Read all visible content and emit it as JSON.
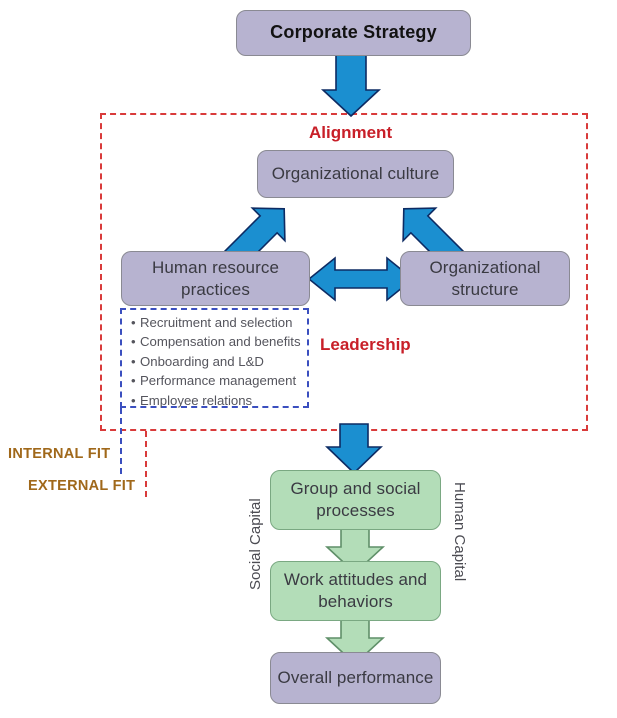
{
  "diagram": {
    "title": "Corporate Strategy model",
    "nodes": {
      "corporate_strategy": "Corporate Strategy",
      "organizational_culture": "Organizational culture",
      "human_resource_practices": "Human resource practices",
      "organizational_structure": "Organizational structure",
      "group_and_social_processes": "Group and social processes",
      "work_attitudes_and_behaviors": "Work attitudes and behaviors",
      "overall_performance": "Overall performance"
    },
    "labels": {
      "alignment": "Alignment",
      "leadership": "Leadership",
      "internal_fit": "INTERNAL FIT",
      "external_fit": "EXTERNAL FIT",
      "social_capital": "Social Capital",
      "human_capital": "Human Capital"
    },
    "hr_practices_bullets": [
      "Recruitment and selection",
      "Compensation and benefits",
      "Onboarding and L&D",
      "Performance management",
      "Employee relations"
    ],
    "colors": {
      "purple_fill": "#b7b3d0",
      "green_fill": "#b3ddb8",
      "green_stroke": "#5f8f68",
      "blue_arrow": "#1b8fd0",
      "blue_arrow_stroke": "#0d2b63",
      "red_dashed": "#d93b3b",
      "blue_dashed": "#3b4fbf",
      "fit_label": "#a0681a",
      "accent_red_text": "#c81f28",
      "node_text": "#3a3a42",
      "node_border": "#8a8a93"
    }
  }
}
